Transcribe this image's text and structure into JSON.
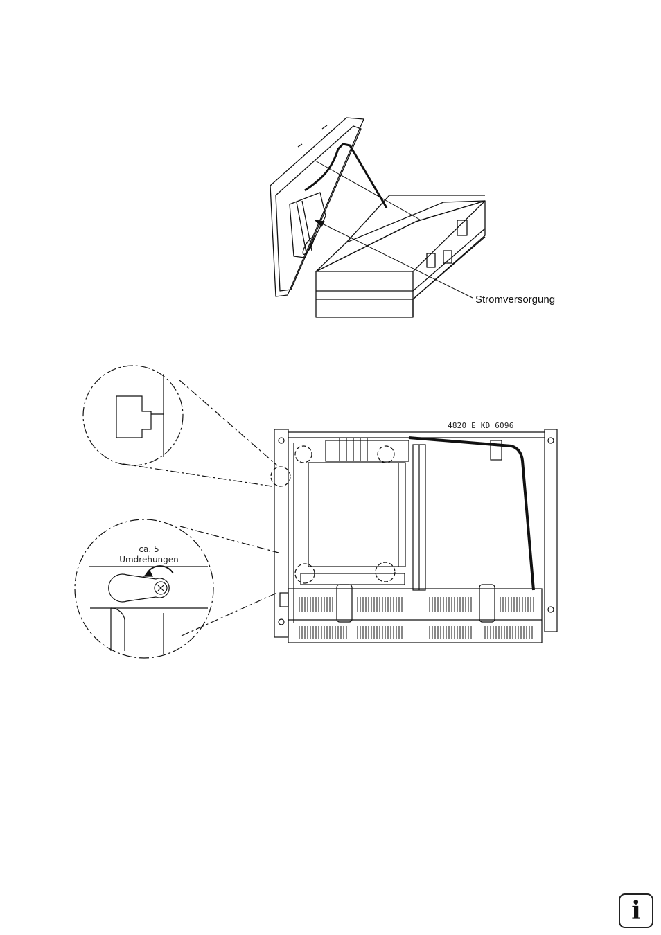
{
  "figure_top": {
    "callout_label": "Stromversorgung"
  },
  "figure_bottom": {
    "part_number": "4820 E KD 6096",
    "detail_label_line1": "ca. 5",
    "detail_label_line2": "Umdrehungen"
  },
  "footer": {
    "info_icon_glyph": "i"
  }
}
